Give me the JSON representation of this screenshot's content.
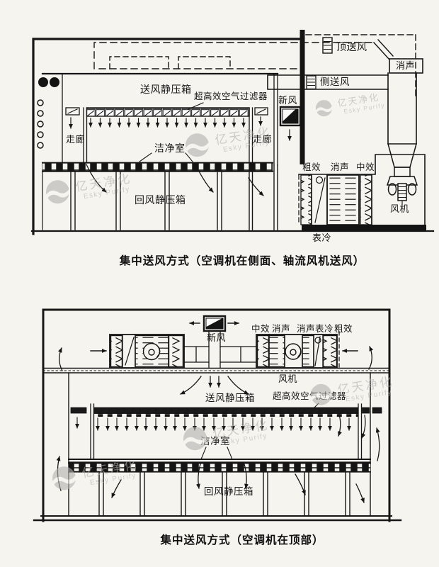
{
  "watermark": {
    "cn": "亿天净化",
    "en": "Esky Purify"
  },
  "diagram1": {
    "caption": "集中送风方式（空调机在侧面、轴流风机送风）",
    "labels": {
      "top_supply": "顶送风",
      "silencer_top": "消声",
      "side_supply": "侧送风",
      "fresh_air": "新风",
      "supply_plenum": "送风静压箱",
      "hepa_filter": "超高效空气过滤器",
      "corridor_left": "走廊",
      "corridor_right": "走廊",
      "cleanroom": "洁净室",
      "return_plenum": "回风静压箱",
      "coarse_filter": "粗效",
      "silencer_mid": "消声",
      "medium_filter": "中效",
      "fan": "风机",
      "surface_cooler": "表冷"
    }
  },
  "diagram2": {
    "caption": "集中送风方式（空调机在顶部）",
    "labels": {
      "fresh_air": "新风",
      "medium_filter": "中效",
      "silencer_left": "消声",
      "silencer_right": "消声",
      "surface_cooler": "表冷",
      "coarse_filter": "粗效",
      "fan": "风机",
      "supply_plenum": "送风静压箱",
      "hepa_filter": "超高效空气过滤器",
      "cleanroom": "洁净室",
      "return_plenum": "回风静压箱"
    }
  }
}
